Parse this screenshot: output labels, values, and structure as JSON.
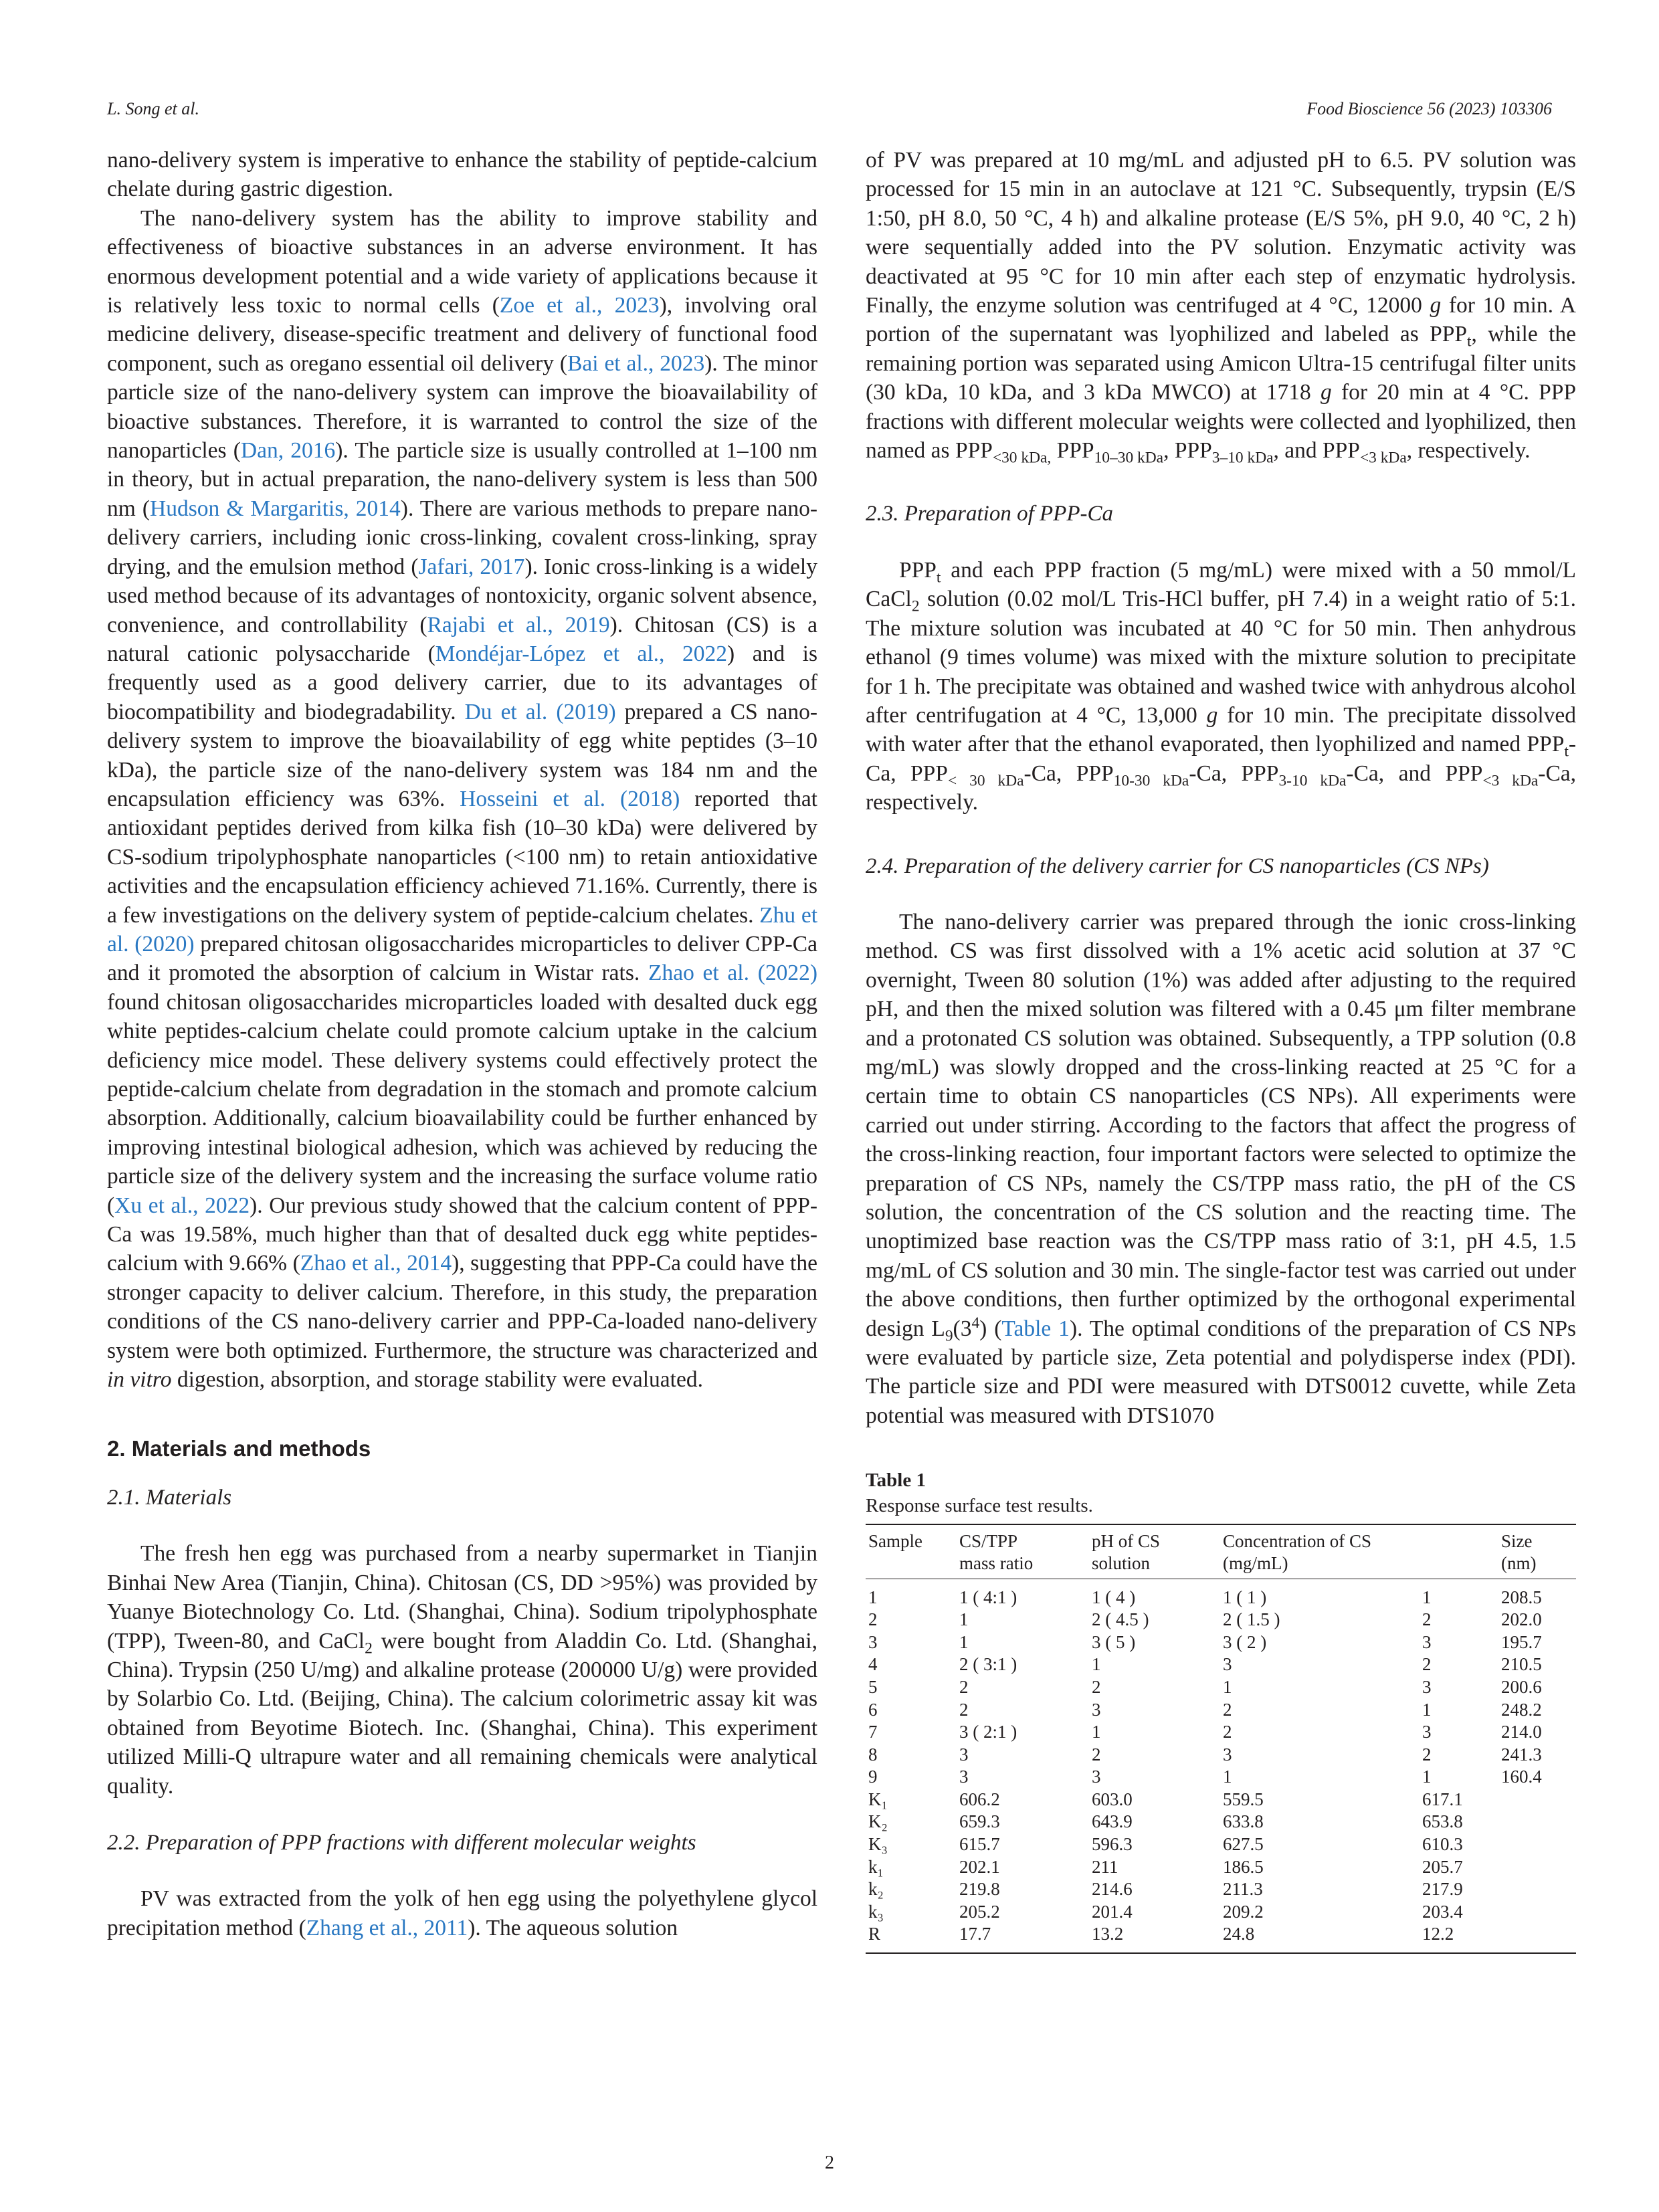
{
  "header": {
    "left": "L. Song et al.",
    "right": "Food Bioscience 56 (2023) 103306"
  },
  "page_number": "2",
  "left": {
    "intro_p1": "nano-delivery system is imperative to enhance the stability of peptide-calcium chelate during gastric digestion.",
    "intro_p2": [
      {
        "t": "The nano-delivery system has the ability to improve stability and effectiveness of bioactive substances in an adverse environment. It has enormous development potential and a wide variety of applications because it is relatively less toxic to normal cells ("
      },
      {
        "r": "Zoe et al., 2023"
      },
      {
        "t": "), involving oral medicine delivery, disease-specific treatment and delivery of functional food component, such as oregano essential oil delivery ("
      },
      {
        "r": "Bai et al., 2023"
      },
      {
        "t": "). The minor particle size of the nano-delivery system can improve the bioavailability of bioactive substances. Therefore, it is warranted to control the size of the nanoparticles ("
      },
      {
        "r": "Dan, 2016"
      },
      {
        "t": "). The particle size is usually controlled at 1–100 nm in theory, but in actual preparation, the nano-delivery system is less than 500 nm ("
      },
      {
        "r": "Hudson & Margaritis, 2014"
      },
      {
        "t": "). There are various methods to prepare nano-delivery carriers, including ionic cross-linking, covalent cross-linking, spray drying, and the emulsion method ("
      },
      {
        "r": "Jafari, 2017"
      },
      {
        "t": "). Ionic cross-linking is a widely used method because of its advantages of nontoxicity, organic solvent absence, convenience, and controllability ("
      },
      {
        "r": "Rajabi et al., 2019"
      },
      {
        "t": "). Chitosan (CS) is a natural cationic polysaccharide ("
      },
      {
        "r": "Mondéjar-López et al., 2022"
      },
      {
        "t": ") and is frequently used as a good delivery carrier, due to its advantages of biocompatibility and biodegradability. "
      },
      {
        "r": "Du et al. (2019)"
      },
      {
        "t": " prepared a CS nano-delivery system to improve the bioavailability of egg white peptides (3–10 kDa), the particle size of the nano-delivery system was 184 nm and the encapsulation efficiency was 63%. "
      },
      {
        "r": "Hosseini et al. (2018)"
      },
      {
        "t": " reported that antioxidant peptides derived from kilka fish (10–30 kDa) were delivered by CS-sodium tripolyphosphate nanoparticles (<100 nm) to retain antioxidative activities and the encapsulation efficiency achieved 71.16%. Currently, there is a few investigations on the delivery system of peptide-calcium chelates. "
      },
      {
        "r": "Zhu et al. (2020)"
      },
      {
        "t": " prepared chitosan oligosaccharides microparticles to deliver CPP-Ca and it promoted the absorption of calcium in Wistar rats. "
      },
      {
        "r": "Zhao et al. (2022)"
      },
      {
        "t": " found chitosan oligosaccharides microparticles loaded with desalted duck egg white peptides-calcium chelate could promote calcium uptake in the calcium deficiency mice model. These delivery systems could effectively protect the peptide-calcium chelate from degradation in the stomach and promote calcium absorption. Additionally, calcium bioavailability could be further enhanced by improving intestinal biological adhesion, which was achieved by reducing the particle size of the delivery system and the increasing the surface volume ratio ("
      },
      {
        "r": "Xu et al., 2022"
      },
      {
        "t": "). Our previous study showed that the calcium content of PPP-Ca was 19.58%, much higher than that of desalted duck egg white peptides-calcium with 9.66% ("
      },
      {
        "r": "Zhao et al., 2014"
      },
      {
        "t": "), suggesting that PPP-Ca could have the stronger capacity to deliver calcium. Therefore, in this study, the preparation conditions of the CS nano-delivery carrier and PPP-Ca-loaded nano-delivery system were both optimized. Furthermore, the structure was characterized and "
      },
      {
        "i": "in vitro"
      },
      {
        "t": " digestion, absorption, and storage stability were evaluated."
      }
    ],
    "sec2_title": "2.  Materials and methods",
    "sec21_title": "2.1.  Materials",
    "sec21_p": [
      {
        "t": "The fresh hen egg was purchased from a nearby supermarket in Tianjin Binhai New Area (Tianjin, China). Chitosan (CS, DD >95%) was provided by Yuanye Biotechnology Co. Ltd. (Shanghai, China). Sodium tripolyphosphate (TPP), Tween-80, and CaCl"
      },
      {
        "sub": "2"
      },
      {
        "t": " were bought from Aladdin Co. Ltd. (Shanghai, China). Trypsin (250 U/mg) and alkaline protease (200000 U/g) were provided by Solarbio Co. Ltd. (Beijing, China). The calcium colorimetric assay kit was obtained from Beyotime Biotech. Inc. (Shanghai, China). This experiment utilized Milli-Q ultrapure water and all remaining chemicals were analytical quality."
      }
    ],
    "sec22_title": "2.2.  Preparation of PPP fractions with different molecular weights",
    "sec22_p": [
      {
        "t": "PV was extracted from the yolk of hen egg using the polyethylene glycol precipitation method ("
      },
      {
        "r": "Zhang et al., 2011"
      },
      {
        "t": "). The aqueous solution"
      }
    ]
  },
  "right": {
    "cont_p": [
      {
        "t": "of PV was prepared at 10 mg/mL and adjusted pH to 6.5. PV solution was processed for 15 min in an autoclave at 121 °C. Subsequently, trypsin (E/S 1:50, pH 8.0, 50 °C, 4 h) and alkaline protease (E/S 5%, pH 9.0, 40 °C, 2 h) were sequentially added into the PV solution. Enzymatic activity was deactivated at 95 °C for 10 min after each step of enzymatic hydrolysis. Finally, the enzyme solution was centrifuged at 4 °C, 12000 "
      },
      {
        "i": "g"
      },
      {
        "t": " for 10 min. A portion of the supernatant was lyophilized and labeled as PPP"
      },
      {
        "sub": "t"
      },
      {
        "t": ", while the remaining portion was separated using Amicon Ultra-15 centrifugal filter units (30 kDa, 10 kDa, and 3 kDa MWCO) at 1718 "
      },
      {
        "i": "g"
      },
      {
        "t": " for 20 min at 4 °C. PPP fractions with different molecular weights were collected and lyophilized, then named as PPP"
      },
      {
        "sub": "<30 kDa,"
      },
      {
        "t": " PPP"
      },
      {
        "sub": "10–30 kDa"
      },
      {
        "t": ", PPP"
      },
      {
        "sub": "3–10 kDa"
      },
      {
        "t": ", and PPP"
      },
      {
        "sub": "<3 kDa"
      },
      {
        "t": ", respectively."
      }
    ],
    "sec23_title": "2.3.  Preparation of PPP-Ca",
    "sec23_p": [
      {
        "t": "PPP"
      },
      {
        "sub": "t"
      },
      {
        "t": " and each PPP fraction (5 mg/mL) were mixed with a 50 mmol/L CaCl"
      },
      {
        "sub": "2"
      },
      {
        "t": " solution (0.02 mol/L Tris-HCl buffer, pH 7.4) in a weight ratio of 5:1. The mixture solution was incubated at 40 °C for 50 min. Then anhydrous ethanol (9 times volume) was mixed with the mixture solution to precipitate for 1 h. The precipitate was obtained and washed twice with anhydrous alcohol after centrifugation at 4 °C, 13,000 "
      },
      {
        "i": "g"
      },
      {
        "t": " for 10 min. The precipitate dissolved with water after that the ethanol evaporated, then lyophilized and named PPP"
      },
      {
        "sub": "t"
      },
      {
        "t": "-Ca, PPP"
      },
      {
        "sub": "< 30 kDa"
      },
      {
        "t": "-Ca, PPP"
      },
      {
        "sub": "10-30 kDa"
      },
      {
        "t": "-Ca, PPP"
      },
      {
        "sub": "3-10 kDa"
      },
      {
        "t": "-Ca, and PPP"
      },
      {
        "sub": "<3 kDa"
      },
      {
        "t": "-Ca, respectively."
      }
    ],
    "sec24_title": "2.4.  Preparation of the delivery carrier for CS nanoparticles (CS NPs)",
    "sec24_p": [
      {
        "t": "The nano-delivery carrier was prepared through the ionic cross-linking method. CS was first dissolved with a 1% acetic acid solution at 37 °C overnight, Tween 80 solution (1%) was added after adjusting to the required pH, and then the mixed solution was filtered with a 0.45 μm filter membrane and a protonated CS solution was obtained. Subsequently, a TPP solution (0.8 mg/mL) was slowly dropped and the cross-linking reacted at 25 °C for a certain time to obtain CS nanoparticles (CS NPs). All experiments were carried out under stirring. According to the factors that affect the progress of the cross-linking reaction, four important factors were selected to optimize the preparation of CS NPs, namely the CS/TPP mass ratio, the pH of the CS solution, the concentration of the CS solution and the reacting time. The unoptimized base reaction was the CS/TPP mass ratio of 3:1, pH 4.5, 1.5 mg/mL of CS solution and 30 min. The single-factor test was carried out under the above conditions, then further optimized by the orthogonal experimental design L"
      },
      {
        "sub": "9"
      },
      {
        "t": "(3"
      },
      {
        "sup": "4"
      },
      {
        "t": ") ("
      },
      {
        "r": "Table 1"
      },
      {
        "t": "). The optimal conditions of the preparation of CS NPs were evaluated by particle size, Zeta potential and polydisperse index (PDI). The particle size and PDI were measured with DTS0012 cuvette, while Zeta potential was measured with DTS1070"
      }
    ]
  },
  "table1": {
    "title": "Table 1",
    "caption": "Response surface test results.",
    "headers": [
      [
        "Sample"
      ],
      [
        "CS/TPP",
        "mass ratio"
      ],
      [
        "pH of CS",
        "solution"
      ],
      [
        "Concentration of CS",
        "(mg/mL)"
      ],
      [
        ""
      ],
      [
        "Size",
        "(nm)"
      ]
    ],
    "rows": [
      [
        "1",
        "1 ( 4:1 )",
        "1 ( 4 )",
        "1 ( 1 )",
        "1",
        "208.5"
      ],
      [
        "2",
        "1",
        "2 ( 4.5 )",
        "2 ( 1.5 )",
        "2",
        "202.0"
      ],
      [
        "3",
        "1",
        "3 ( 5 )",
        "3 ( 2 )",
        "3",
        "195.7"
      ],
      [
        "4",
        "2 ( 3:1 )",
        "1",
        "3",
        "2",
        "210.5"
      ],
      [
        "5",
        "2",
        "2",
        "1",
        "3",
        "200.6"
      ],
      [
        "6",
        "2",
        "3",
        "2",
        "1",
        "248.2"
      ],
      [
        "7",
        "3 ( 2:1 )",
        "1",
        "2",
        "3",
        "214.0"
      ],
      [
        "8",
        "3",
        "2",
        "3",
        "2",
        "241.3"
      ],
      [
        "9",
        "3",
        "3",
        "1",
        "1",
        "160.4"
      ],
      [
        "K₁",
        "606.2",
        "603.0",
        "559.5",
        "617.1",
        ""
      ],
      [
        "K₂",
        "659.3",
        "643.9",
        "633.8",
        "653.8",
        ""
      ],
      [
        "K₃",
        "615.7",
        "596.3",
        "627.5",
        "610.3",
        ""
      ],
      [
        "k₁",
        "202.1",
        "211",
        "186.5",
        "205.7",
        ""
      ],
      [
        "k₂",
        "219.8",
        "214.6",
        "211.3",
        "217.9",
        ""
      ],
      [
        "k₃",
        "205.2",
        "201.4",
        "209.2",
        "203.4",
        ""
      ],
      [
        "R",
        "17.7",
        "13.2",
        "24.8",
        "12.2",
        ""
      ]
    ]
  }
}
